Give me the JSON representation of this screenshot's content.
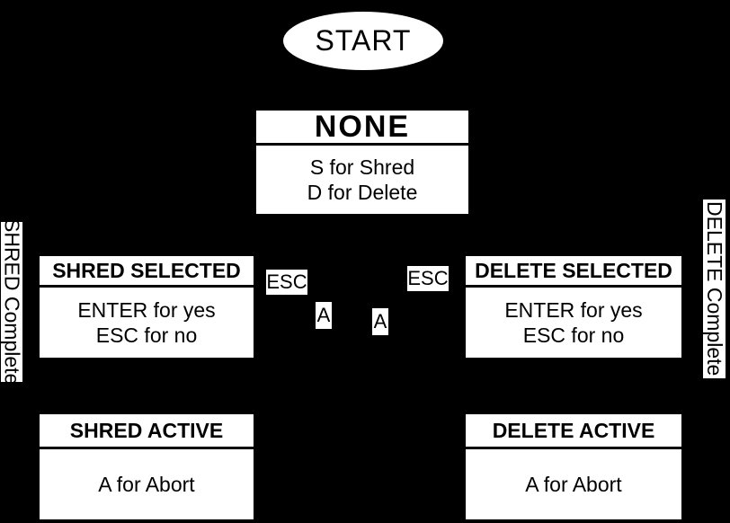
{
  "diagram": {
    "colors": {
      "background": "#000000",
      "node_fill": "#ffffff",
      "node_text": "#000000"
    },
    "start": {
      "label": "START"
    },
    "states": {
      "none": {
        "title": "NONE",
        "body": [
          "S for Shred",
          "D for Delete"
        ]
      },
      "shred_selected": {
        "title": "SHRED SELECTED",
        "body": [
          "ENTER for yes",
          "ESC for no"
        ]
      },
      "delete_selected": {
        "title": "DELETE SELECTED",
        "body": [
          "ENTER for yes",
          "ESC for no"
        ]
      },
      "shred_active": {
        "title": "SHRED ACTIVE",
        "body": [
          "A for Abort"
        ]
      },
      "delete_active": {
        "title": "DELETE ACTIVE",
        "body": [
          "A for Abort"
        ]
      }
    },
    "edge_labels": {
      "shred_cancel": "ESC",
      "delete_cancel": "ESC",
      "shred_abort": "A",
      "delete_abort": "A"
    },
    "side_labels": {
      "left": "SHRED Complete",
      "right": "DELETE Complete"
    }
  }
}
